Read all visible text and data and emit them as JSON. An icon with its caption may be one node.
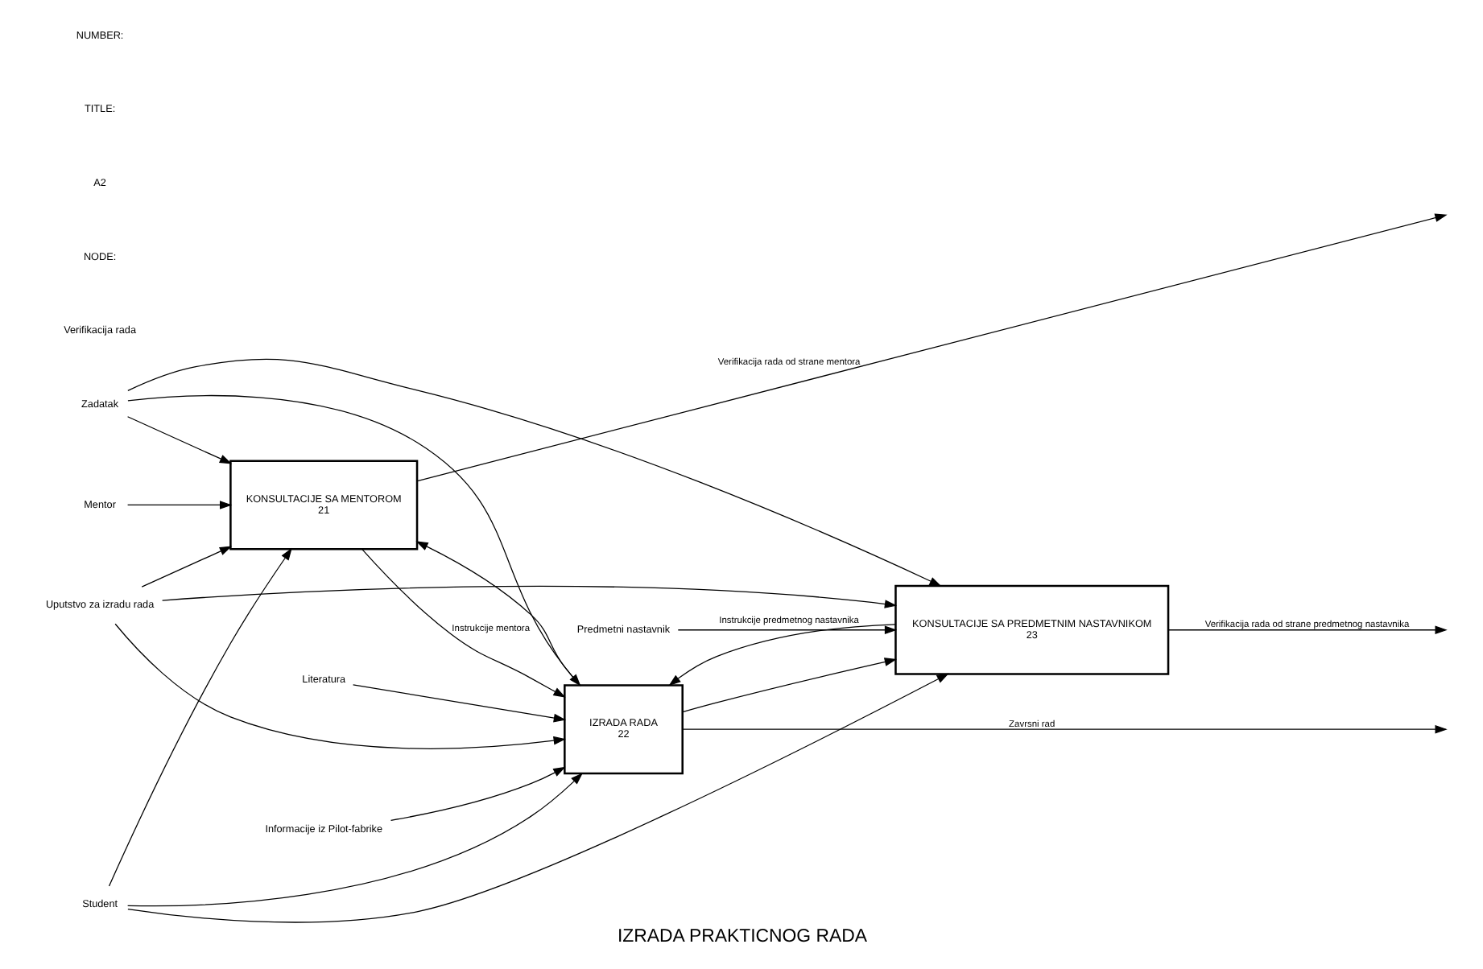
{
  "diagram": {
    "title": "IZRADA PRAKTICNOG RADA",
    "nodes": [
      {
        "text": [
          "KONSULTACIJE SA MENTOROM",
          "21"
        ]
      },
      {
        "text": [
          "IZRADA RADA",
          "22"
        ]
      },
      {
        "text": [
          "KONSULTACIJE SA PREDMETNIM NASTAVNIKOM",
          "23"
        ]
      },
      {
        "text": [
          "Uputstvo za izradu rada"
        ]
      },
      {
        "text": [
          "Zadatak"
        ]
      },
      {
        "text": [
          "Literatura"
        ]
      },
      {
        "text": [
          "Informacije iz Pilot-fabrike"
        ]
      },
      {
        "text": [
          "Mentor"
        ]
      },
      {
        "text": [
          "Student"
        ]
      },
      {
        "text": [
          "Predmetni nastavnik"
        ]
      }
    ],
    "edges": [
      {
        "from": 3,
        "to": 0,
        "arrow": "to"
      },
      {
        "from": 3,
        "to": 1,
        "arrow": "to"
      },
      {
        "from": 3,
        "to": 2,
        "arrow": "to"
      },
      {
        "from": 4,
        "to": 0,
        "arrow": "to"
      },
      {
        "from": 4,
        "to": 1,
        "arrow": "to"
      },
      {
        "from": 4,
        "to": 2,
        "arrow": "to"
      },
      {
        "from": 5,
        "to": 1,
        "arrow": "to"
      },
      {
        "from": 6,
        "to": 1,
        "arrow": "to"
      },
      {
        "from": 7,
        "to": 0,
        "arrow": "to"
      },
      {
        "from": 8,
        "to": 0,
        "arrow": "to"
      },
      {
        "from": 8,
        "to": 1,
        "arrow": "to"
      },
      {
        "from": 8,
        "to": 2,
        "arrow": "to"
      },
      {
        "from": 9,
        "to": 2,
        "arrow": "to"
      },
      {
        "from": 0,
        "to": 1,
        "label": "Instrukcije mentora",
        "arrow": "to"
      },
      {
        "from": 0,
        "to": null,
        "label": "Verifikacija rada od strane mentora",
        "arrow": "to"
      },
      {
        "from": 1,
        "to": null,
        "label": "Zavrsni rad",
        "arrow": "to"
      },
      {
        "from": 1,
        "to": 0,
        "arrow": "to"
      },
      {
        "from": 1,
        "to": 2,
        "arrow": "to"
      },
      {
        "from": 2,
        "to": null,
        "label": "Verifikacija rada od strane predmetnog nastavnika",
        "arrow": "to"
      },
      {
        "from": 2,
        "to": 1,
        "label": "Instrukcije predmetnog nastavnika",
        "arrow": "to"
      }
    ],
    "labels": [
      "Verifikacija rada",
      "NODE:",
      "A2",
      "TITLE:",
      "NUMBER:"
    ]
  }
}
